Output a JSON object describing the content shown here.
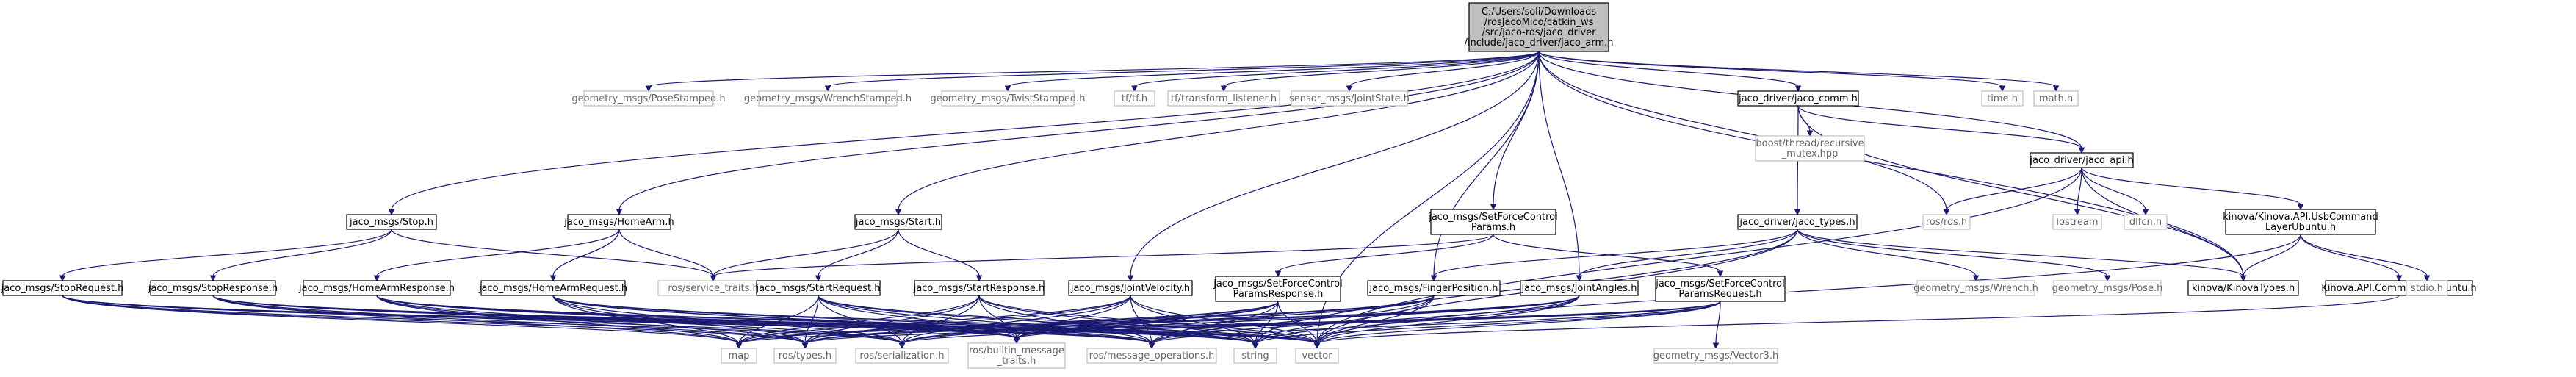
{
  "graph": {
    "root": "C:/Users/soli/Downloads/rosJacoMico/catkin_ws/src/jaco-ros/jaco_driver/include/jaco_driver/jaco_arm.h",
    "colors": {
      "edge": "#191970",
      "root_fill": "#bfbfbf",
      "root_stroke": "#000000",
      "documented_fill": "#ffffff",
      "documented_stroke": "#000000",
      "external_fill": "#ffffff",
      "external_stroke": "#bfbfbf",
      "documented_text": "#000000",
      "external_text": "#666666"
    },
    "nodes": [
      {
        "id": "root",
        "lines": [
          "C:/Users/soli/Downloads",
          "/rosJacoMico/catkin_ws",
          "/src/jaco-ros/jaco_driver",
          "/include/jaco_driver/jaco_arm.h"
        ],
        "kind": "root"
      },
      {
        "id": "posestamped",
        "lines": [
          "geometry_msgs/PoseStamped.h"
        ],
        "kind": "external"
      },
      {
        "id": "wrenchstamped",
        "lines": [
          "geometry_msgs/WrenchStamped.h"
        ],
        "kind": "external"
      },
      {
        "id": "twiststamped",
        "lines": [
          "geometry_msgs/TwistStamped.h"
        ],
        "kind": "external"
      },
      {
        "id": "tftf",
        "lines": [
          "tf/tf.h"
        ],
        "kind": "external"
      },
      {
        "id": "tflistener",
        "lines": [
          "tf/transform_listener.h"
        ],
        "kind": "external"
      },
      {
        "id": "jointstate",
        "lines": [
          "sensor_msgs/JointState.h"
        ],
        "kind": "external"
      },
      {
        "id": "jacocomm",
        "lines": [
          "jaco_driver/jaco_comm.h"
        ],
        "kind": "documented"
      },
      {
        "id": "timeh",
        "lines": [
          "time.h"
        ],
        "kind": "external"
      },
      {
        "id": "mathh",
        "lines": [
          "math.h"
        ],
        "kind": "external"
      },
      {
        "id": "boostmutex",
        "lines": [
          "boost/thread/recursive",
          "_mutex.hpp"
        ],
        "kind": "external"
      },
      {
        "id": "jacoapi",
        "lines": [
          "jaco_driver/jaco_api.h"
        ],
        "kind": "documented"
      },
      {
        "id": "stop",
        "lines": [
          "jaco_msgs/Stop.h"
        ],
        "kind": "documented"
      },
      {
        "id": "homearm",
        "lines": [
          "jaco_msgs/HomeArm.h"
        ],
        "kind": "documented"
      },
      {
        "id": "start",
        "lines": [
          "jaco_msgs/Start.h"
        ],
        "kind": "documented"
      },
      {
        "id": "setforcecontrol",
        "lines": [
          "jaco_msgs/SetForceControl",
          "Params.h"
        ],
        "kind": "documented"
      },
      {
        "id": "jacotypes",
        "lines": [
          "jaco_driver/jaco_types.h"
        ],
        "kind": "documented"
      },
      {
        "id": "rosros",
        "lines": [
          "ros/ros.h"
        ],
        "kind": "external"
      },
      {
        "id": "iostream",
        "lines": [
          "iostream"
        ],
        "kind": "external"
      },
      {
        "id": "dlfcn",
        "lines": [
          "dlfcn.h"
        ],
        "kind": "external"
      },
      {
        "id": "usbcmd",
        "lines": [
          "kinova/Kinova.API.UsbCommand",
          "LayerUbuntu.h"
        ],
        "kind": "documented"
      },
      {
        "id": "stoprequest",
        "lines": [
          "jaco_msgs/StopRequest.h"
        ],
        "kind": "documented"
      },
      {
        "id": "stopresponse",
        "lines": [
          "jaco_msgs/StopResponse.h"
        ],
        "kind": "documented"
      },
      {
        "id": "homearmresponse",
        "lines": [
          "jaco_msgs/HomeArmResponse.h"
        ],
        "kind": "documented"
      },
      {
        "id": "homearmrequest",
        "lines": [
          "jaco_msgs/HomeArmRequest.h"
        ],
        "kind": "documented"
      },
      {
        "id": "servicetraits",
        "lines": [
          "ros/service_traits.h"
        ],
        "kind": "external"
      },
      {
        "id": "startrequest",
        "lines": [
          "jaco_msgs/StartRequest.h"
        ],
        "kind": "documented"
      },
      {
        "id": "startresponse",
        "lines": [
          "jaco_msgs/StartResponse.h"
        ],
        "kind": "documented"
      },
      {
        "id": "jointvelocity",
        "lines": [
          "jaco_msgs/JointVelocity.h"
        ],
        "kind": "documented"
      },
      {
        "id": "setforceresponse",
        "lines": [
          "jaco_msgs/SetForceControl",
          "ParamsResponse.h"
        ],
        "kind": "documented"
      },
      {
        "id": "fingerposition",
        "lines": [
          "jaco_msgs/FingerPosition.h"
        ],
        "kind": "documented"
      },
      {
        "id": "jointangles",
        "lines": [
          "jaco_msgs/JointAngles.h"
        ],
        "kind": "documented"
      },
      {
        "id": "setforcerequest",
        "lines": [
          "jaco_msgs/SetForceControl",
          "ParamsRequest.h"
        ],
        "kind": "documented"
      },
      {
        "id": "wrench",
        "lines": [
          "geometry_msgs/Wrench.h"
        ],
        "kind": "external"
      },
      {
        "id": "pose",
        "lines": [
          "geometry_msgs/Pose.h"
        ],
        "kind": "external"
      },
      {
        "id": "kinovatypes",
        "lines": [
          "kinova/KinovaTypes.h"
        ],
        "kind": "documented"
      },
      {
        "id": "commlayer",
        "lines": [
          "Kinova.API.CommLayerUbuntu.h"
        ],
        "kind": "documented"
      },
      {
        "id": "stdio",
        "lines": [
          "stdio.h"
        ],
        "kind": "external"
      },
      {
        "id": "map",
        "lines": [
          "map"
        ],
        "kind": "external"
      },
      {
        "id": "rostypes",
        "lines": [
          "ros/types.h"
        ],
        "kind": "external"
      },
      {
        "id": "rosserialization",
        "lines": [
          "ros/serialization.h"
        ],
        "kind": "external"
      },
      {
        "id": "builtin",
        "lines": [
          "ros/builtin_message",
          "_traits.h"
        ],
        "kind": "external"
      },
      {
        "id": "msgops",
        "lines": [
          "ros/message_operations.h"
        ],
        "kind": "external"
      },
      {
        "id": "string",
        "lines": [
          "string"
        ],
        "kind": "external"
      },
      {
        "id": "vector",
        "lines": [
          "vector"
        ],
        "kind": "external"
      },
      {
        "id": "vector3",
        "lines": [
          "geometry_msgs/Vector3.h"
        ],
        "kind": "external"
      }
    ],
    "edges": [
      [
        "root",
        "posestamped"
      ],
      [
        "root",
        "wrenchstamped"
      ],
      [
        "root",
        "twiststamped"
      ],
      [
        "root",
        "tftf"
      ],
      [
        "root",
        "tflistener"
      ],
      [
        "root",
        "jointstate"
      ],
      [
        "root",
        "jacocomm"
      ],
      [
        "root",
        "timeh"
      ],
      [
        "root",
        "mathh"
      ],
      [
        "root",
        "jacoapi"
      ],
      [
        "root",
        "kinovatypes"
      ],
      [
        "root",
        "rosros"
      ],
      [
        "root",
        "stop"
      ],
      [
        "root",
        "homearm"
      ],
      [
        "root",
        "start"
      ],
      [
        "root",
        "setforcecontrol"
      ],
      [
        "root",
        "jointvelocity"
      ],
      [
        "root",
        "fingerposition"
      ],
      [
        "root",
        "jointangles"
      ],
      [
        "root",
        "vector"
      ],
      [
        "jacocomm",
        "boostmutex"
      ],
      [
        "jacocomm",
        "jacoapi"
      ],
      [
        "jacocomm",
        "jacotypes"
      ],
      [
        "jacocomm",
        "kinovatypes"
      ],
      [
        "jacoapi",
        "rosros"
      ],
      [
        "jacoapi",
        "iostream"
      ],
      [
        "jacoapi",
        "dlfcn"
      ],
      [
        "jacoapi",
        "usbcmd"
      ],
      [
        "jacoapi",
        "kinovatypes"
      ],
      [
        "jacoapi",
        "vector"
      ],
      [
        "usbcmd",
        "kinovatypes"
      ],
      [
        "usbcmd",
        "commlayer"
      ],
      [
        "usbcmd",
        "stdio"
      ],
      [
        "usbcmd",
        "vector"
      ],
      [
        "commlayer",
        "vector"
      ],
      [
        "jacotypes",
        "wrench"
      ],
      [
        "jacotypes",
        "pose"
      ],
      [
        "jacotypes",
        "kinovatypes"
      ],
      [
        "jacotypes",
        "fingerposition"
      ],
      [
        "jacotypes",
        "jointangles"
      ],
      [
        "jacotypes",
        "vector"
      ],
      [
        "jacotypes",
        "string"
      ],
      [
        "stop",
        "stoprequest"
      ],
      [
        "stop",
        "stopresponse"
      ],
      [
        "stop",
        "servicetraits"
      ],
      [
        "homearm",
        "homearmresponse"
      ],
      [
        "homearm",
        "homearmrequest"
      ],
      [
        "homearm",
        "servicetraits"
      ],
      [
        "start",
        "startrequest"
      ],
      [
        "start",
        "startresponse"
      ],
      [
        "start",
        "servicetraits"
      ],
      [
        "setforcecontrol",
        "setforceresponse"
      ],
      [
        "setforcecontrol",
        "setforcerequest"
      ],
      [
        "setforcecontrol",
        "servicetraits"
      ],
      [
        "setforcerequest",
        "vector3"
      ],
      [
        "stoprequest",
        "map"
      ],
      [
        "stoprequest",
        "rostypes"
      ],
      [
        "stoprequest",
        "rosserialization"
      ],
      [
        "stoprequest",
        "builtin"
      ],
      [
        "stoprequest",
        "msgops"
      ],
      [
        "stoprequest",
        "string"
      ],
      [
        "stoprequest",
        "vector"
      ],
      [
        "stopresponse",
        "map"
      ],
      [
        "stopresponse",
        "rostypes"
      ],
      [
        "stopresponse",
        "rosserialization"
      ],
      [
        "stopresponse",
        "builtin"
      ],
      [
        "stopresponse",
        "msgops"
      ],
      [
        "stopresponse",
        "string"
      ],
      [
        "stopresponse",
        "vector"
      ],
      [
        "homearmresponse",
        "map"
      ],
      [
        "homearmresponse",
        "rostypes"
      ],
      [
        "homearmresponse",
        "rosserialization"
      ],
      [
        "homearmresponse",
        "builtin"
      ],
      [
        "homearmresponse",
        "msgops"
      ],
      [
        "homearmresponse",
        "string"
      ],
      [
        "homearmresponse",
        "vector"
      ],
      [
        "homearmrequest",
        "map"
      ],
      [
        "homearmrequest",
        "rostypes"
      ],
      [
        "homearmrequest",
        "rosserialization"
      ],
      [
        "homearmrequest",
        "builtin"
      ],
      [
        "homearmrequest",
        "msgops"
      ],
      [
        "homearmrequest",
        "string"
      ],
      [
        "homearmrequest",
        "vector"
      ],
      [
        "startrequest",
        "map"
      ],
      [
        "startrequest",
        "rostypes"
      ],
      [
        "startrequest",
        "rosserialization"
      ],
      [
        "startrequest",
        "builtin"
      ],
      [
        "startrequest",
        "msgops"
      ],
      [
        "startrequest",
        "string"
      ],
      [
        "startrequest",
        "vector"
      ],
      [
        "startresponse",
        "map"
      ],
      [
        "startresponse",
        "rostypes"
      ],
      [
        "startresponse",
        "rosserialization"
      ],
      [
        "startresponse",
        "builtin"
      ],
      [
        "startresponse",
        "msgops"
      ],
      [
        "startresponse",
        "string"
      ],
      [
        "startresponse",
        "vector"
      ],
      [
        "jointvelocity",
        "map"
      ],
      [
        "jointvelocity",
        "rostypes"
      ],
      [
        "jointvelocity",
        "rosserialization"
      ],
      [
        "jointvelocity",
        "builtin"
      ],
      [
        "jointvelocity",
        "msgops"
      ],
      [
        "jointvelocity",
        "string"
      ],
      [
        "jointvelocity",
        "vector"
      ],
      [
        "setforceresponse",
        "map"
      ],
      [
        "setforceresponse",
        "rostypes"
      ],
      [
        "setforceresponse",
        "rosserialization"
      ],
      [
        "setforceresponse",
        "builtin"
      ],
      [
        "setforceresponse",
        "msgops"
      ],
      [
        "setforceresponse",
        "string"
      ],
      [
        "setforceresponse",
        "vector"
      ],
      [
        "fingerposition",
        "map"
      ],
      [
        "fingerposition",
        "rostypes"
      ],
      [
        "fingerposition",
        "rosserialization"
      ],
      [
        "fingerposition",
        "builtin"
      ],
      [
        "fingerposition",
        "msgops"
      ],
      [
        "fingerposition",
        "string"
      ],
      [
        "fingerposition",
        "vector"
      ],
      [
        "jointangles",
        "map"
      ],
      [
        "jointangles",
        "rostypes"
      ],
      [
        "jointangles",
        "rosserialization"
      ],
      [
        "jointangles",
        "builtin"
      ],
      [
        "jointangles",
        "msgops"
      ],
      [
        "jointangles",
        "string"
      ],
      [
        "jointangles",
        "vector"
      ],
      [
        "setforcerequest",
        "map"
      ],
      [
        "setforcerequest",
        "rostypes"
      ],
      [
        "setforcerequest",
        "rosserialization"
      ],
      [
        "setforcerequest",
        "builtin"
      ],
      [
        "setforcerequest",
        "msgops"
      ],
      [
        "setforcerequest",
        "string"
      ],
      [
        "setforcerequest",
        "vector"
      ]
    ]
  }
}
